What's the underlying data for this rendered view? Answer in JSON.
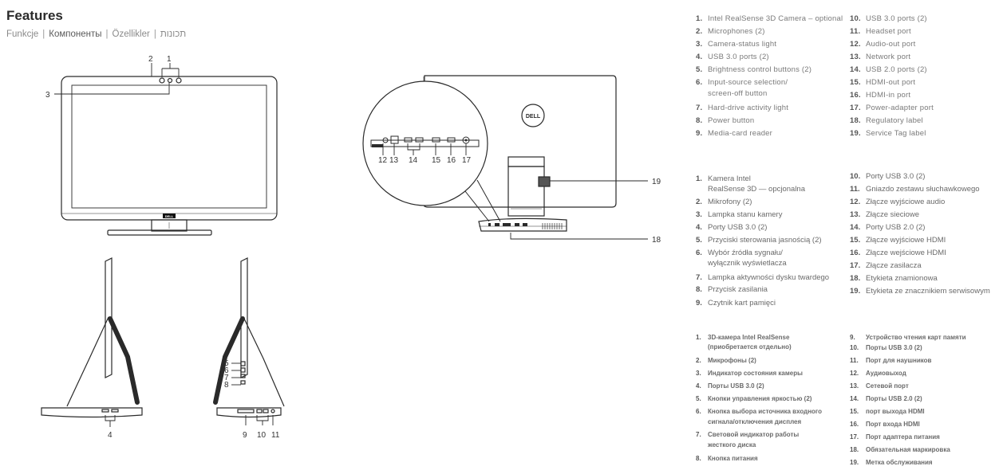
{
  "header": {
    "title": "Features",
    "languages": [
      "Funkcje",
      "Компоненты",
      "Özellikler",
      "תכונות"
    ]
  },
  "callouts": {
    "front": [
      "1",
      "2",
      "3"
    ],
    "back": [
      "12",
      "13",
      "14",
      "15",
      "16",
      "17",
      "18",
      "19"
    ],
    "side_left": [
      "4"
    ],
    "side_right": [
      "5",
      "6",
      "7",
      "8",
      "9",
      "10",
      "11"
    ]
  },
  "legend_en": {
    "col1": [
      {
        "n": "1.",
        "t": "Intel RealSense 3D Camera – optional"
      },
      {
        "n": "2.",
        "t": "Microphones (2)"
      },
      {
        "n": "3.",
        "t": "Camera-status light"
      },
      {
        "n": "4.",
        "t": "USB 3.0 ports (2)"
      },
      {
        "n": "5.",
        "t": "Brightness control buttons (2)"
      },
      {
        "n": "6.",
        "t": "Input-source selection/",
        "t2": "screen-off button"
      },
      {
        "n": "7.",
        "t": "Hard-drive activity light"
      },
      {
        "n": "8.",
        "t": "Power button"
      },
      {
        "n": "9.",
        "t": "Media-card reader"
      }
    ],
    "col2": [
      {
        "n": "10.",
        "t": "USB 3.0 ports (2)"
      },
      {
        "n": "11.",
        "t": "Headset port"
      },
      {
        "n": "12.",
        "t": "Audio-out port"
      },
      {
        "n": "13.",
        "t": "Network port"
      },
      {
        "n": "14.",
        "t": "USB 2.0 ports (2)"
      },
      {
        "n": "15.",
        "t": "HDMI-out port"
      },
      {
        "n": "16.",
        "t": "HDMI-in port"
      },
      {
        "n": "17.",
        "t": "Power-adapter port"
      },
      {
        "n": "18.",
        "t": "Regulatory label"
      },
      {
        "n": "19.",
        "t": "Service Tag label"
      }
    ]
  },
  "legend_pl": {
    "col1": [
      {
        "n": "1.",
        "t": "Kamera Intel",
        "t2": "RealSense 3D — opcjonalna"
      },
      {
        "n": "2.",
        "t": "Mikrofony (2)"
      },
      {
        "n": "3.",
        "t": "Lampka stanu kamery"
      },
      {
        "n": "4.",
        "t": "Porty USB 3.0 (2)"
      },
      {
        "n": "5.",
        "t": "Przyciski sterowania jasnością (2)"
      },
      {
        "n": "6.",
        "t": "Wybór źródła sygnału/",
        "t2": "wyłącznik wyświetlacza"
      },
      {
        "n": "7.",
        "t": "Lampka aktywności dysku twardego"
      },
      {
        "n": "8.",
        "t": "Przycisk zasilania"
      },
      {
        "n": "9.",
        "t": "Czytnik kart pamięci"
      }
    ],
    "col2": [
      {
        "n": "10.",
        "t": "Porty USB 3.0 (2)"
      },
      {
        "n": "11.",
        "t": "Gniazdo zestawu słuchawkowego"
      },
      {
        "n": "12.",
        "t": "Złącze wyjściowe audio"
      },
      {
        "n": "13.",
        "t": "Złącze sieciowe"
      },
      {
        "n": "14.",
        "t": "Porty USB 2.0 (2)"
      },
      {
        "n": "15.",
        "t": "Złącze wyjściowe HDMI"
      },
      {
        "n": "16.",
        "t": "Złącze wejściowe HDMI"
      },
      {
        "n": "17.",
        "t": "Złącze zasilacza"
      },
      {
        "n": "18.",
        "t": "Etykieta znamionowa"
      },
      {
        "n": "19.",
        "t": "Etykieta ze znacznikiem serwisowym"
      }
    ]
  },
  "legend_ru": {
    "col1": [
      {
        "n": "1.",
        "t": "3D-камера Intel RealSense",
        "t2": "(приобретается отдельно)"
      },
      {
        "n": "2.",
        "t": "Микрофоны (2)"
      },
      {
        "n": "3.",
        "t": "Индикатор состояния камеры"
      },
      {
        "n": "4.",
        "t": "Порты USB 3.0 (2)"
      },
      {
        "n": "5.",
        "t": "Кнопки управления яркостью (2)"
      },
      {
        "n": "6.",
        "t": "Кнопка выбора источника входного",
        "t2": "сигнала/отключения дисплея"
      },
      {
        "n": "7.",
        "t": "Световой индикатор работы",
        "t2": "жесткого диска"
      },
      {
        "n": "8.",
        "t": "Кнопка питания"
      }
    ],
    "col2": [
      {
        "n": "9.",
        "t": "Устройство чтения карт памяти"
      },
      {
        "n": "10.",
        "t": "Порты USB 3.0 (2)"
      },
      {
        "n": "11.",
        "t": "Порт для наушников"
      },
      {
        "n": "12.",
        "t": "Аудиовыход"
      },
      {
        "n": "13.",
        "t": "Сетевой порт"
      },
      {
        "n": "14.",
        "t": "Порты USB 2.0 (2)"
      },
      {
        "n": "15.",
        "t": "порт выхода HDMI"
      },
      {
        "n": "16.",
        "t": "Порт входа HDMI"
      },
      {
        "n": "17.",
        "t": "Порт адаптера питания"
      },
      {
        "n": "18.",
        "t": "Обязательная маркировка"
      },
      {
        "n": "19.",
        "t": "Метка обслуживания"
      }
    ]
  },
  "brand": {
    "logo_text": "DELL",
    "accent": "#1a1a1a",
    "line_color": "#2a2a2a"
  }
}
